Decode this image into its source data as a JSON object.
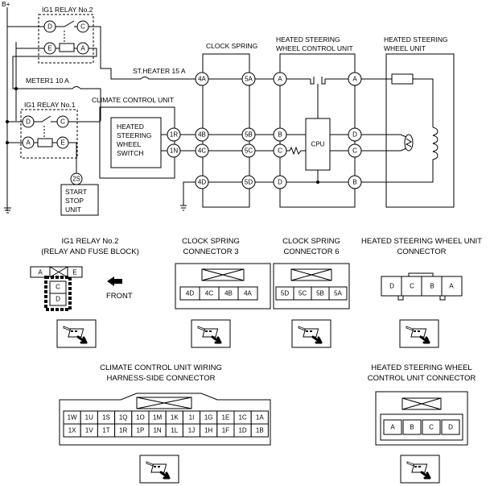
{
  "schematic": {
    "battery": "B+",
    "relay2": {
      "title": "IG1 RELAY No.2",
      "pins": [
        "D",
        "C",
        "E",
        "A"
      ]
    },
    "relay1": {
      "title": "IG1 RELAY No.1",
      "pins": [
        "D",
        "C",
        "A",
        "E"
      ]
    },
    "fuse_meter": "METER1 10 A",
    "fuse_heater": "ST.HEATER 15 A",
    "climate_unit": "CLIMATE CONTROL UNIT",
    "switch_lines": [
      "HEATED",
      "STEERING",
      "WHEEL",
      "SWITCH"
    ],
    "switch_pins": [
      "1R",
      "1N"
    ],
    "start_stop_pin": "2S",
    "start_stop_lines": [
      "START",
      "STOP",
      "UNIT"
    ],
    "clock_spring": {
      "title": "CLOCK SPRING",
      "left_pins": [
        "4A",
        "4B",
        "4C",
        "4D"
      ],
      "right_pins": [
        "5A",
        "5B",
        "5C",
        "5D"
      ]
    },
    "control_unit": {
      "title_lines": [
        "HEATED STEERING",
        "WHEEL CONTROL UNIT"
      ],
      "left_pins": [
        "A",
        "B",
        "C",
        "D"
      ],
      "right_pins": [
        "A",
        "D",
        "C",
        "B"
      ],
      "cpu": "CPU"
    },
    "wheel_unit": {
      "title_lines": [
        "HEATED STEERING",
        "WHEEL UNIT"
      ]
    }
  },
  "connectors": {
    "relay2": {
      "title_lines": [
        "IG1 RELAY No.2",
        "(RELAY AND FUSE BLOCK)"
      ],
      "top": [
        "A",
        "E"
      ],
      "stack": [
        "C",
        "D"
      ],
      "front": "FRONT"
    },
    "clock3": {
      "title_lines": [
        "CLOCK SPRING",
        "CONNECTOR 3"
      ],
      "pins": [
        "4D",
        "4C",
        "4B",
        "4A"
      ]
    },
    "clock6": {
      "title_lines": [
        "CLOCK SPRING",
        "CONNECTOR 6"
      ],
      "pins": [
        "5D",
        "5C",
        "5B",
        "5A"
      ]
    },
    "wheel": {
      "title_lines": [
        "HEATED STEERING WHEEL UNIT",
        "CONNECTOR"
      ],
      "pins": [
        "D",
        "C",
        "B",
        "A"
      ]
    },
    "climate": {
      "title_lines": [
        "CLIMATE CONTROL UNIT WIRING",
        "HARNESS-SIDE CONNECTOR"
      ],
      "row1": [
        "1W",
        "1U",
        "1S",
        "1Q",
        "1O",
        "1M",
        "1K",
        "1I",
        "1G",
        "1E",
        "1C",
        "1A"
      ],
      "row2": [
        "1X",
        "1V",
        "1T",
        "1R",
        "1P",
        "1N",
        "1L",
        "1J",
        "1H",
        "1F",
        "1D",
        "1B"
      ]
    },
    "control": {
      "title_lines": [
        "HEATED STEERING WHEEL",
        "CONTROL UNIT CONNECTOR"
      ],
      "pins": [
        "A",
        "B",
        "C",
        "D"
      ]
    }
  }
}
